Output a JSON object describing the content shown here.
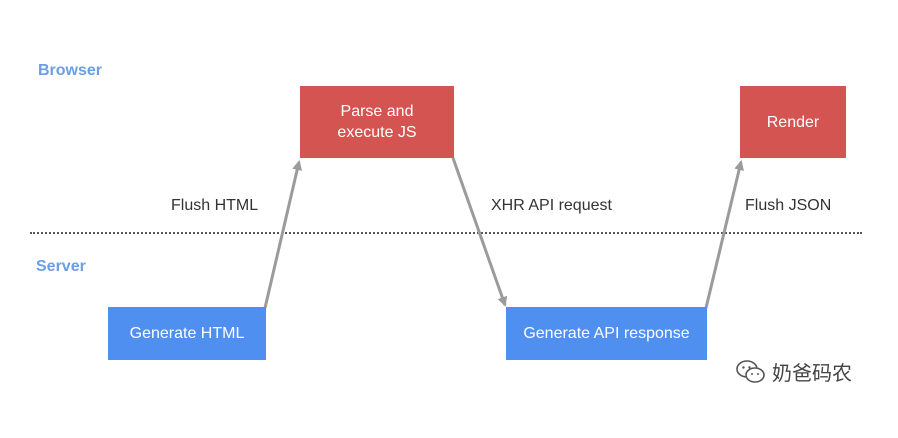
{
  "lanes": {
    "browser": "Browser",
    "server": "Server"
  },
  "nodes": {
    "parse": "Parse and\nexecute JS",
    "render": "Render",
    "generate_html": "Generate HTML",
    "generate_api": "Generate API response"
  },
  "edges": {
    "flush_html": "Flush HTML",
    "xhr_request": "XHR API request",
    "flush_json": "Flush JSON"
  },
  "watermark": {
    "text": "奶爸码农",
    "icon": "wechat-icon"
  },
  "colors": {
    "browser_node": "#d35450",
    "server_node": "#4e8ff0",
    "lane_label": "#6a9fe3",
    "arrow": "#9b9b9b"
  }
}
